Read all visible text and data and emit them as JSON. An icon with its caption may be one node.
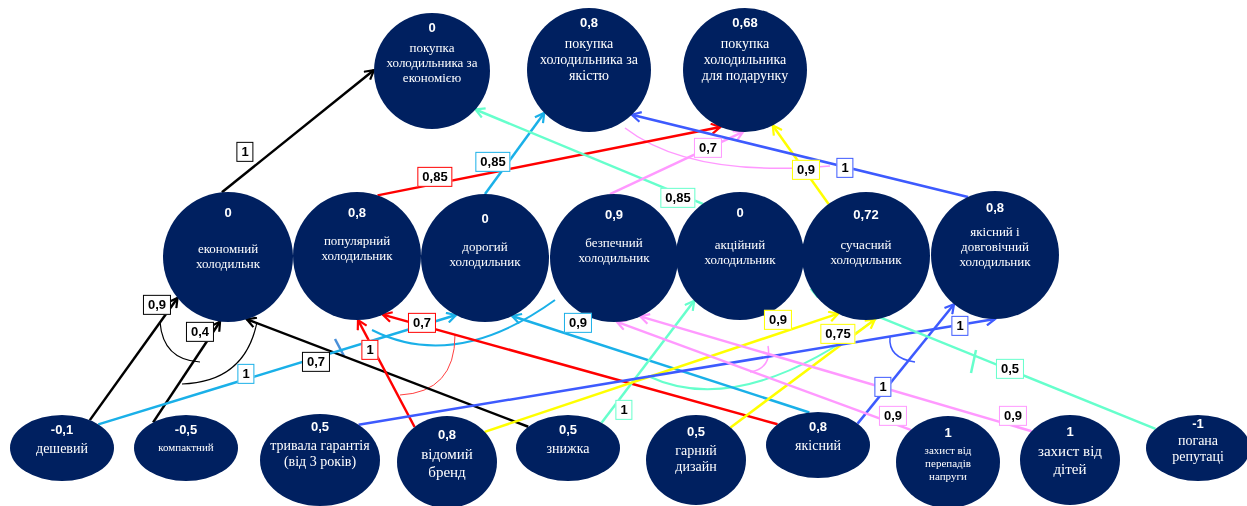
{
  "diagram": {
    "nodes": [
      {
        "text": [
          "0",
          "покупка холодильника за економією"
        ]
      },
      {
        "text": [
          "0,8",
          "покупка холодильника за якістю"
        ]
      },
      {
        "text": [
          "0,68",
          "покупка холодильника для подарунку"
        ]
      },
      {
        "text": [
          "0",
          "економний холодильнк"
        ]
      },
      {
        "text": [
          "0,8",
          "популярний холодильник"
        ]
      },
      {
        "text": [
          "0",
          "дорогий холодильник"
        ]
      },
      {
        "text": [
          "0,9",
          "безпечний холодильник"
        ]
      },
      {
        "text": [
          "0",
          "акційний холодильник"
        ]
      },
      {
        "text": [
          "0,72",
          "сучасний холодильник"
        ]
      },
      {
        "text": [
          "0,8",
          "якісний і довговічний холодильник"
        ]
      },
      {
        "text": [
          "-0,1",
          "дешевий"
        ]
      },
      {
        "text": [
          "-0,5",
          "компактний"
        ]
      },
      {
        "text": [
          "0,5",
          "тривала гарантія (від 3 років)"
        ]
      },
      {
        "text": [
          "0,8",
          "відомий бренд"
        ]
      },
      {
        "text": [
          "0,5",
          "знижка"
        ]
      },
      {
        "text": [
          "0,5",
          "гарний дизайн"
        ]
      },
      {
        "text": [
          "0,8",
          "якісний"
        ]
      },
      {
        "text": [
          "1",
          "захист від перепадів напруги"
        ]
      },
      {
        "text": [
          "1",
          "захист від дітей"
        ]
      },
      {
        "text": [
          "-1",
          "погана репутаці"
        ]
      }
    ],
    "edges": [
      {
        "from": 3,
        "to": 0,
        "arrow": "to",
        "label": "1"
      },
      {
        "from": 4,
        "to": 2,
        "arrow": "to",
        "label": "0,85",
        "color": "#ff0000"
      },
      {
        "from": 5,
        "to": 1,
        "arrow": "to",
        "label": "0,85",
        "color": "#1ab0e8"
      },
      {
        "from": 7,
        "to": 0,
        "arrow": "to",
        "label": "0,85",
        "color": "#66ffcc"
      },
      {
        "from": 6,
        "to": 2,
        "arrow": "to",
        "label": "0,7",
        "color": "#ff99ff"
      },
      {
        "from": 8,
        "to": 2,
        "arrow": "to",
        "label": "0,9",
        "color": "#ffff00"
      },
      {
        "from": 9,
        "to": 1,
        "arrow": "to",
        "label": "1",
        "color": "#3d5afe"
      },
      {
        "from": 10,
        "to": 3,
        "arrow": "to",
        "label": "0,9"
      },
      {
        "from": 11,
        "to": 3,
        "arrow": "to",
        "label": "0,4"
      },
      {
        "from": 14,
        "to": 3,
        "arrow": "to",
        "label": "0,7"
      },
      {
        "from": 10,
        "to": 5,
        "arrow": "to",
        "label": "1",
        "color": "#1ab0e8"
      },
      {
        "from": 13,
        "to": 4,
        "arrow": "to",
        "label": "1",
        "color": "#ff0000"
      },
      {
        "from": 16,
        "to": 4,
        "arrow": "to",
        "label": "0,7",
        "color": "#ff0000"
      },
      {
        "from": 16,
        "to": 5,
        "arrow": "to",
        "label": "0,9",
        "color": "#1ab0e8"
      },
      {
        "from": 14,
        "to": 7,
        "arrow": "to",
        "label": "1",
        "color": "#66ffcc"
      },
      {
        "from": 13,
        "to": 8,
        "arrow": "to",
        "label": "0,9",
        "color": "#ffff00"
      },
      {
        "from": 15,
        "to": 8,
        "arrow": "to",
        "label": "0,75",
        "color": "#ffff00"
      },
      {
        "from": 12,
        "to": 9,
        "arrow": "to",
        "label": "1",
        "color": "#3d5afe"
      },
      {
        "from": 16,
        "to": 9,
        "arrow": "to",
        "label": "1",
        "color": "#3d5afe"
      },
      {
        "from": 17,
        "to": 6,
        "arrow": "to",
        "label": "0,9",
        "color": "#ff99ff"
      },
      {
        "from": 18,
        "to": 6,
        "arrow": "to",
        "label": "0,9",
        "color": "#ff99ff"
      },
      {
        "from": 19,
        "to": 8,
        "arrow": "to",
        "label": "0,5",
        "color": "#66ffcc"
      }
    ]
  }
}
